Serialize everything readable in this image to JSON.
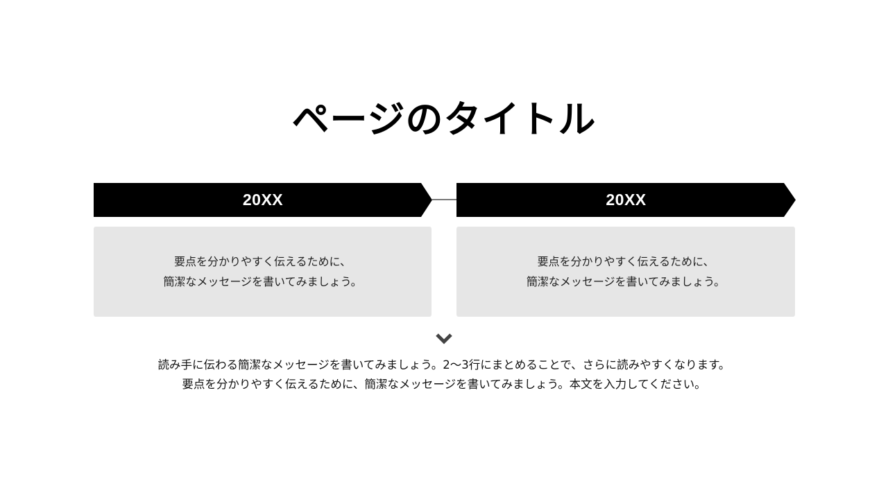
{
  "page": {
    "title": "ページのタイトル"
  },
  "timeline": {
    "items": [
      {
        "year": "20XX",
        "lines": [
          "要点を分かりやすく伝えるために、",
          "簡潔なメッセージを書いてみましょう。"
        ]
      },
      {
        "year": "20XX",
        "lines": [
          "要点を分かりやすく伝えるために、",
          "簡潔なメッセージを書いてみましょう。"
        ]
      }
    ],
    "arrow_icon": "chevron-down-icon"
  },
  "body": {
    "lines": [
      "読み手に伝わる簡潔なメッセージを書いてみましょう。2～3行にまとめることで、さらに読みやすくなります。",
      "要点を分かりやすく伝えるために、簡潔なメッセージを書いてみましょう。本文を入力してください。"
    ]
  },
  "colors": {
    "banner": "#000000",
    "banner_text": "#ffffff",
    "box_bg": "#e6e6e6",
    "connector": "#777777",
    "chevron": "#444444"
  }
}
